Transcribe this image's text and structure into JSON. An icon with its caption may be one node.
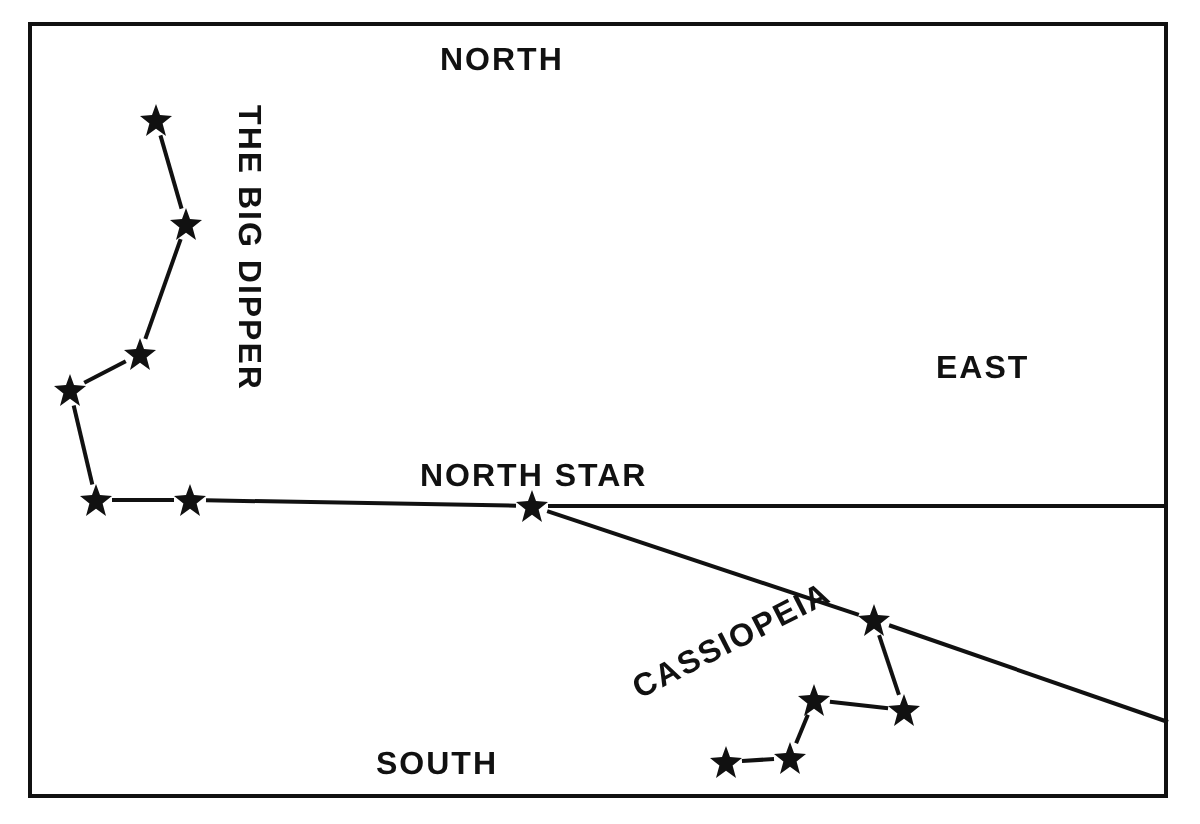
{
  "diagram": {
    "nodes": [
      {
        "text": [],
        "shape": "star"
      },
      {
        "text": [],
        "shape": "star"
      },
      {
        "text": [],
        "shape": "star"
      },
      {
        "text": [],
        "shape": "star"
      },
      {
        "text": [],
        "shape": "star"
      },
      {
        "text": [],
        "shape": "star"
      },
      {
        "text": [],
        "shape": "star",
        "beside": [
          "NORTH STAR"
        ]
      },
      {
        "text": [],
        "shape": "star"
      },
      {
        "text": [],
        "shape": "star"
      },
      {
        "text": [],
        "shape": "star"
      },
      {
        "text": [],
        "shape": "star"
      },
      {
        "text": [],
        "shape": "star"
      }
    ],
    "edges": [
      {
        "from": 0,
        "to": 1,
        "arrow": "none"
      },
      {
        "from": 1,
        "to": 2,
        "arrow": "none"
      },
      {
        "from": 2,
        "to": 3,
        "arrow": "none"
      },
      {
        "from": 3,
        "to": 4,
        "arrow": "none"
      },
      {
        "from": 4,
        "to": 5,
        "arrow": "none"
      },
      {
        "from": 5,
        "to": 6,
        "arrow": "none"
      },
      {
        "from": 6,
        "to": null,
        "arrow": "none"
      },
      {
        "from": 6,
        "to": 7,
        "arrow": "none"
      },
      {
        "from": 7,
        "to": null,
        "arrow": "none"
      },
      {
        "from": 7,
        "to": 8,
        "arrow": "none"
      },
      {
        "from": 8,
        "to": 9,
        "arrow": "none"
      },
      {
        "from": 9,
        "to": 10,
        "arrow": "none"
      },
      {
        "from": 10,
        "to": 11,
        "arrow": "none"
      }
    ],
    "labels": [
      "NORTH",
      "THE BIG DIPPER",
      "EAST",
      "SOUTH",
      "CASSIOPEIA"
    ]
  }
}
